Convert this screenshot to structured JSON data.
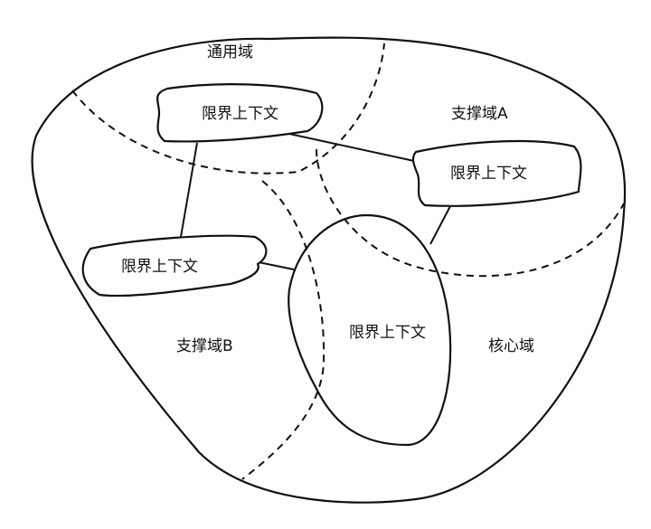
{
  "domains": {
    "generic": "通用域",
    "supporting_a": "支撑域A",
    "supporting_b": "支撑域B",
    "core": "核心域"
  },
  "contexts": {
    "generic": "限界上下文",
    "supporting_a": "限界上下文",
    "supporting_b": "限界上下文",
    "core": "限界上下文"
  }
}
